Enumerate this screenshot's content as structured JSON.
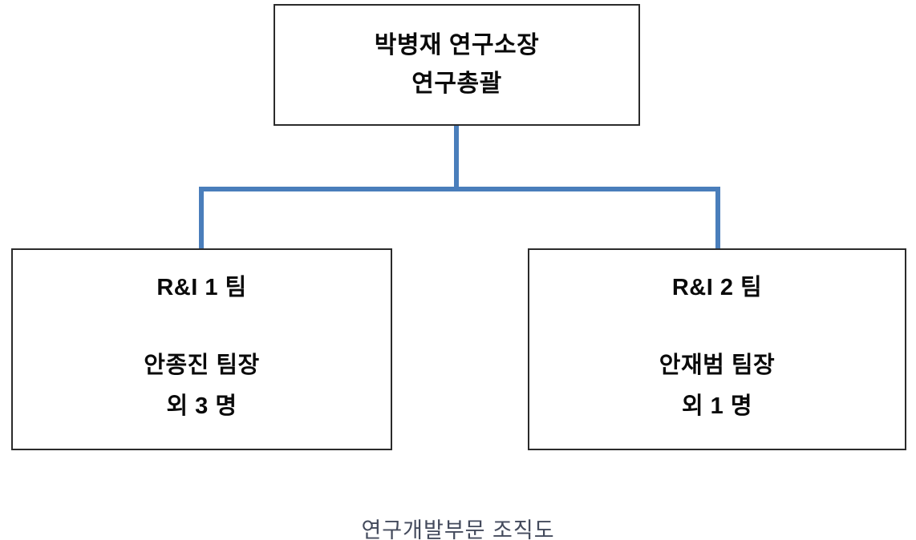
{
  "chart": {
    "caption": "연구개발부문 조직도",
    "accent_color": "#4a7ebb",
    "box_border_color": "#2b2b2b",
    "text_color": "#0a0a0a",
    "caption_color": "#434a5c",
    "background_color": "#ffffff"
  },
  "root": {
    "name": "박병재 연구소장",
    "role": "연구총괄"
  },
  "children": [
    {
      "title": "R&I 1 팀",
      "lead": "안종진 팀장",
      "extra": "외 3 명"
    },
    {
      "title": "R&I 2 팀",
      "lead": "안재범 팀장",
      "extra": "외 1 명"
    }
  ]
}
